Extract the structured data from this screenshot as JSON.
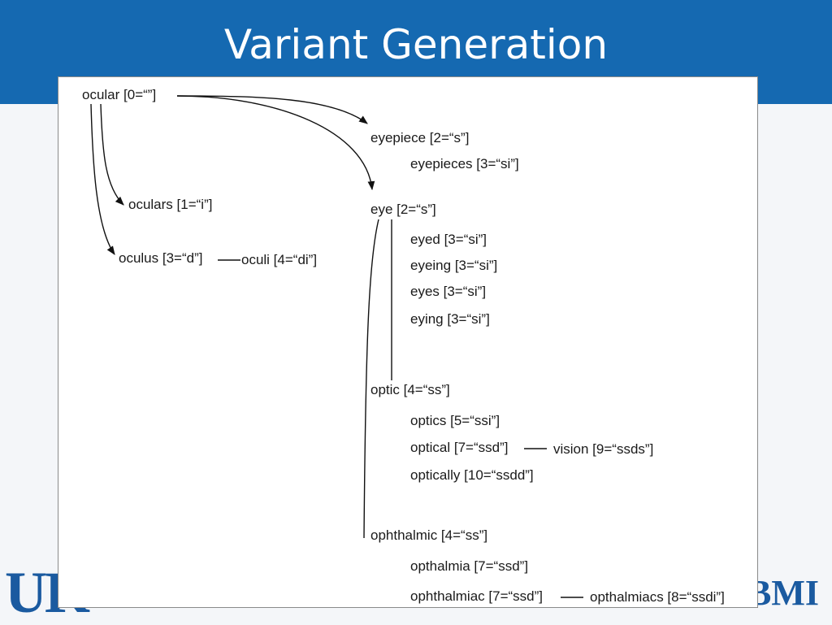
{
  "slide": {
    "title": "Variant Generation",
    "logo_left": "UK",
    "logo_left_mark": "®",
    "logo_right": "BMI"
  },
  "diagram": {
    "ocular": "ocular [0=“”]",
    "oculars": "oculars [1=“i”]",
    "oculus": "oculus [3=“d”]",
    "oculi": "oculi [4=“di”]",
    "eyepiece": "eyepiece [2=“s”]",
    "eyepieces": "eyepieces [3=“si”]",
    "eye": "eye [2=“s”]",
    "eyed": "eyed [3=“si”]",
    "eyeing": "eyeing [3=“si”]",
    "eyes": "eyes [3=“si”]",
    "eying": "eying [3=“si”]",
    "optic": "optic [4=“ss”]",
    "optics": "optics [5=“ssi”]",
    "optical": "optical [7=“ssd”]",
    "vision": "vision [9=“ssds”]",
    "optically": "optically [10=“ssdd”]",
    "ophthalmic": "ophthalmic [4=“ss”]",
    "opthalmia": "opthalmia [7=“ssd”]",
    "ophthalmiac": "ophthalmiac [7=“ssd”]",
    "opthalmiacs": "opthalmiacs [8=“ssdi”]"
  }
}
